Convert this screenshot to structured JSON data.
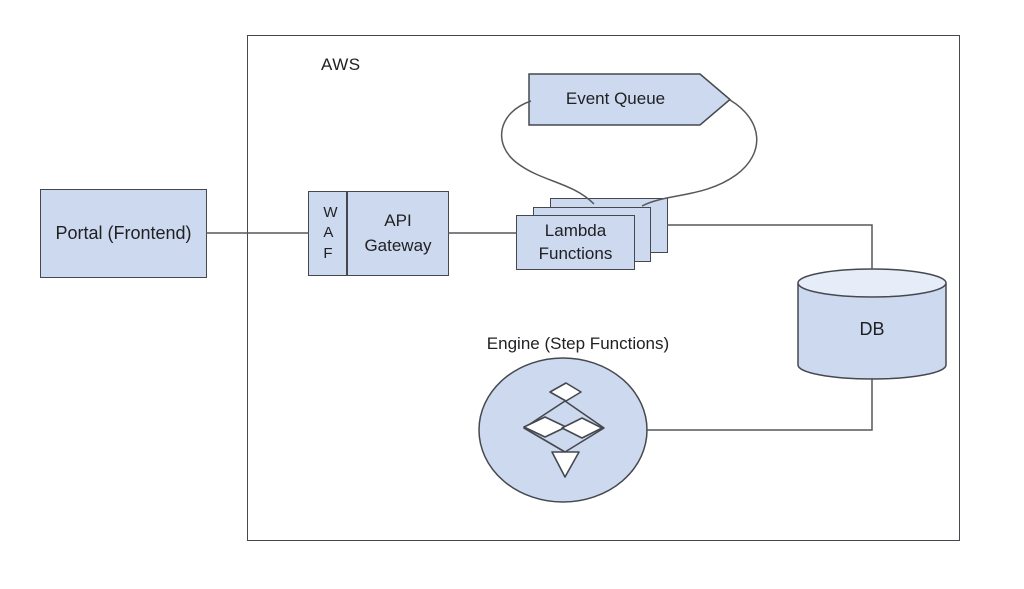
{
  "diagram": {
    "aws_label": "AWS",
    "nodes": {
      "portal": {
        "label": "Portal (Frontend)"
      },
      "waf": {
        "label": "WAF"
      },
      "api_gateway": {
        "label": "API Gateway"
      },
      "lambda": {
        "label": "Lambda Functions"
      },
      "event_queue": {
        "label": "Event Queue"
      },
      "engine": {
        "label": "Engine (Step Functions)"
      },
      "db": {
        "label": "DB"
      }
    },
    "icons": {
      "step_functions": "step-functions-workflow-icon"
    },
    "colors": {
      "shape_fill": "#cdd9ee",
      "shape_fill_light": "#e7edf8",
      "shape_stroke": "#45494f",
      "line": "#55585c",
      "text": "#202124",
      "background": "#ffffff"
    }
  }
}
